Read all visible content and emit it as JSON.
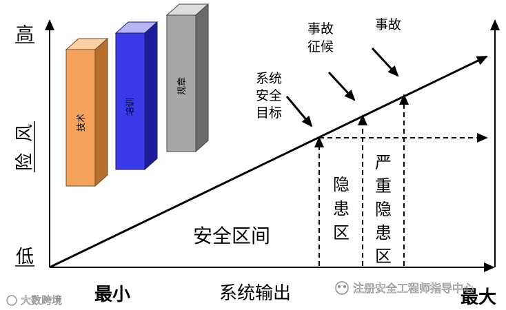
{
  "y_axis": {
    "high": "高",
    "title_chars": [
      "风",
      "险"
    ],
    "low": "低"
  },
  "x_axis": {
    "min": "最小",
    "title": "系统输出",
    "max": "最大"
  },
  "bars": [
    {
      "label": "技术",
      "color": "#f5a35a"
    },
    {
      "label": "培训",
      "color": "#3a3ae8"
    },
    {
      "label": "规章",
      "color": "#a7a7a7"
    }
  ],
  "annotations": {
    "safety_target": [
      "系统",
      "安全",
      "目标"
    ],
    "accident_signs": [
      "事故",
      "征候"
    ],
    "accident": "事故"
  },
  "zones": {
    "safe": "安全区间",
    "hidden_danger": [
      "隐",
      "患",
      "区"
    ],
    "serious_hidden_danger": [
      "严",
      "重",
      "隐",
      "患",
      "区"
    ]
  },
  "watermarks": {
    "left": "大数跨境",
    "right": "注册安全工程师指导中心"
  }
}
